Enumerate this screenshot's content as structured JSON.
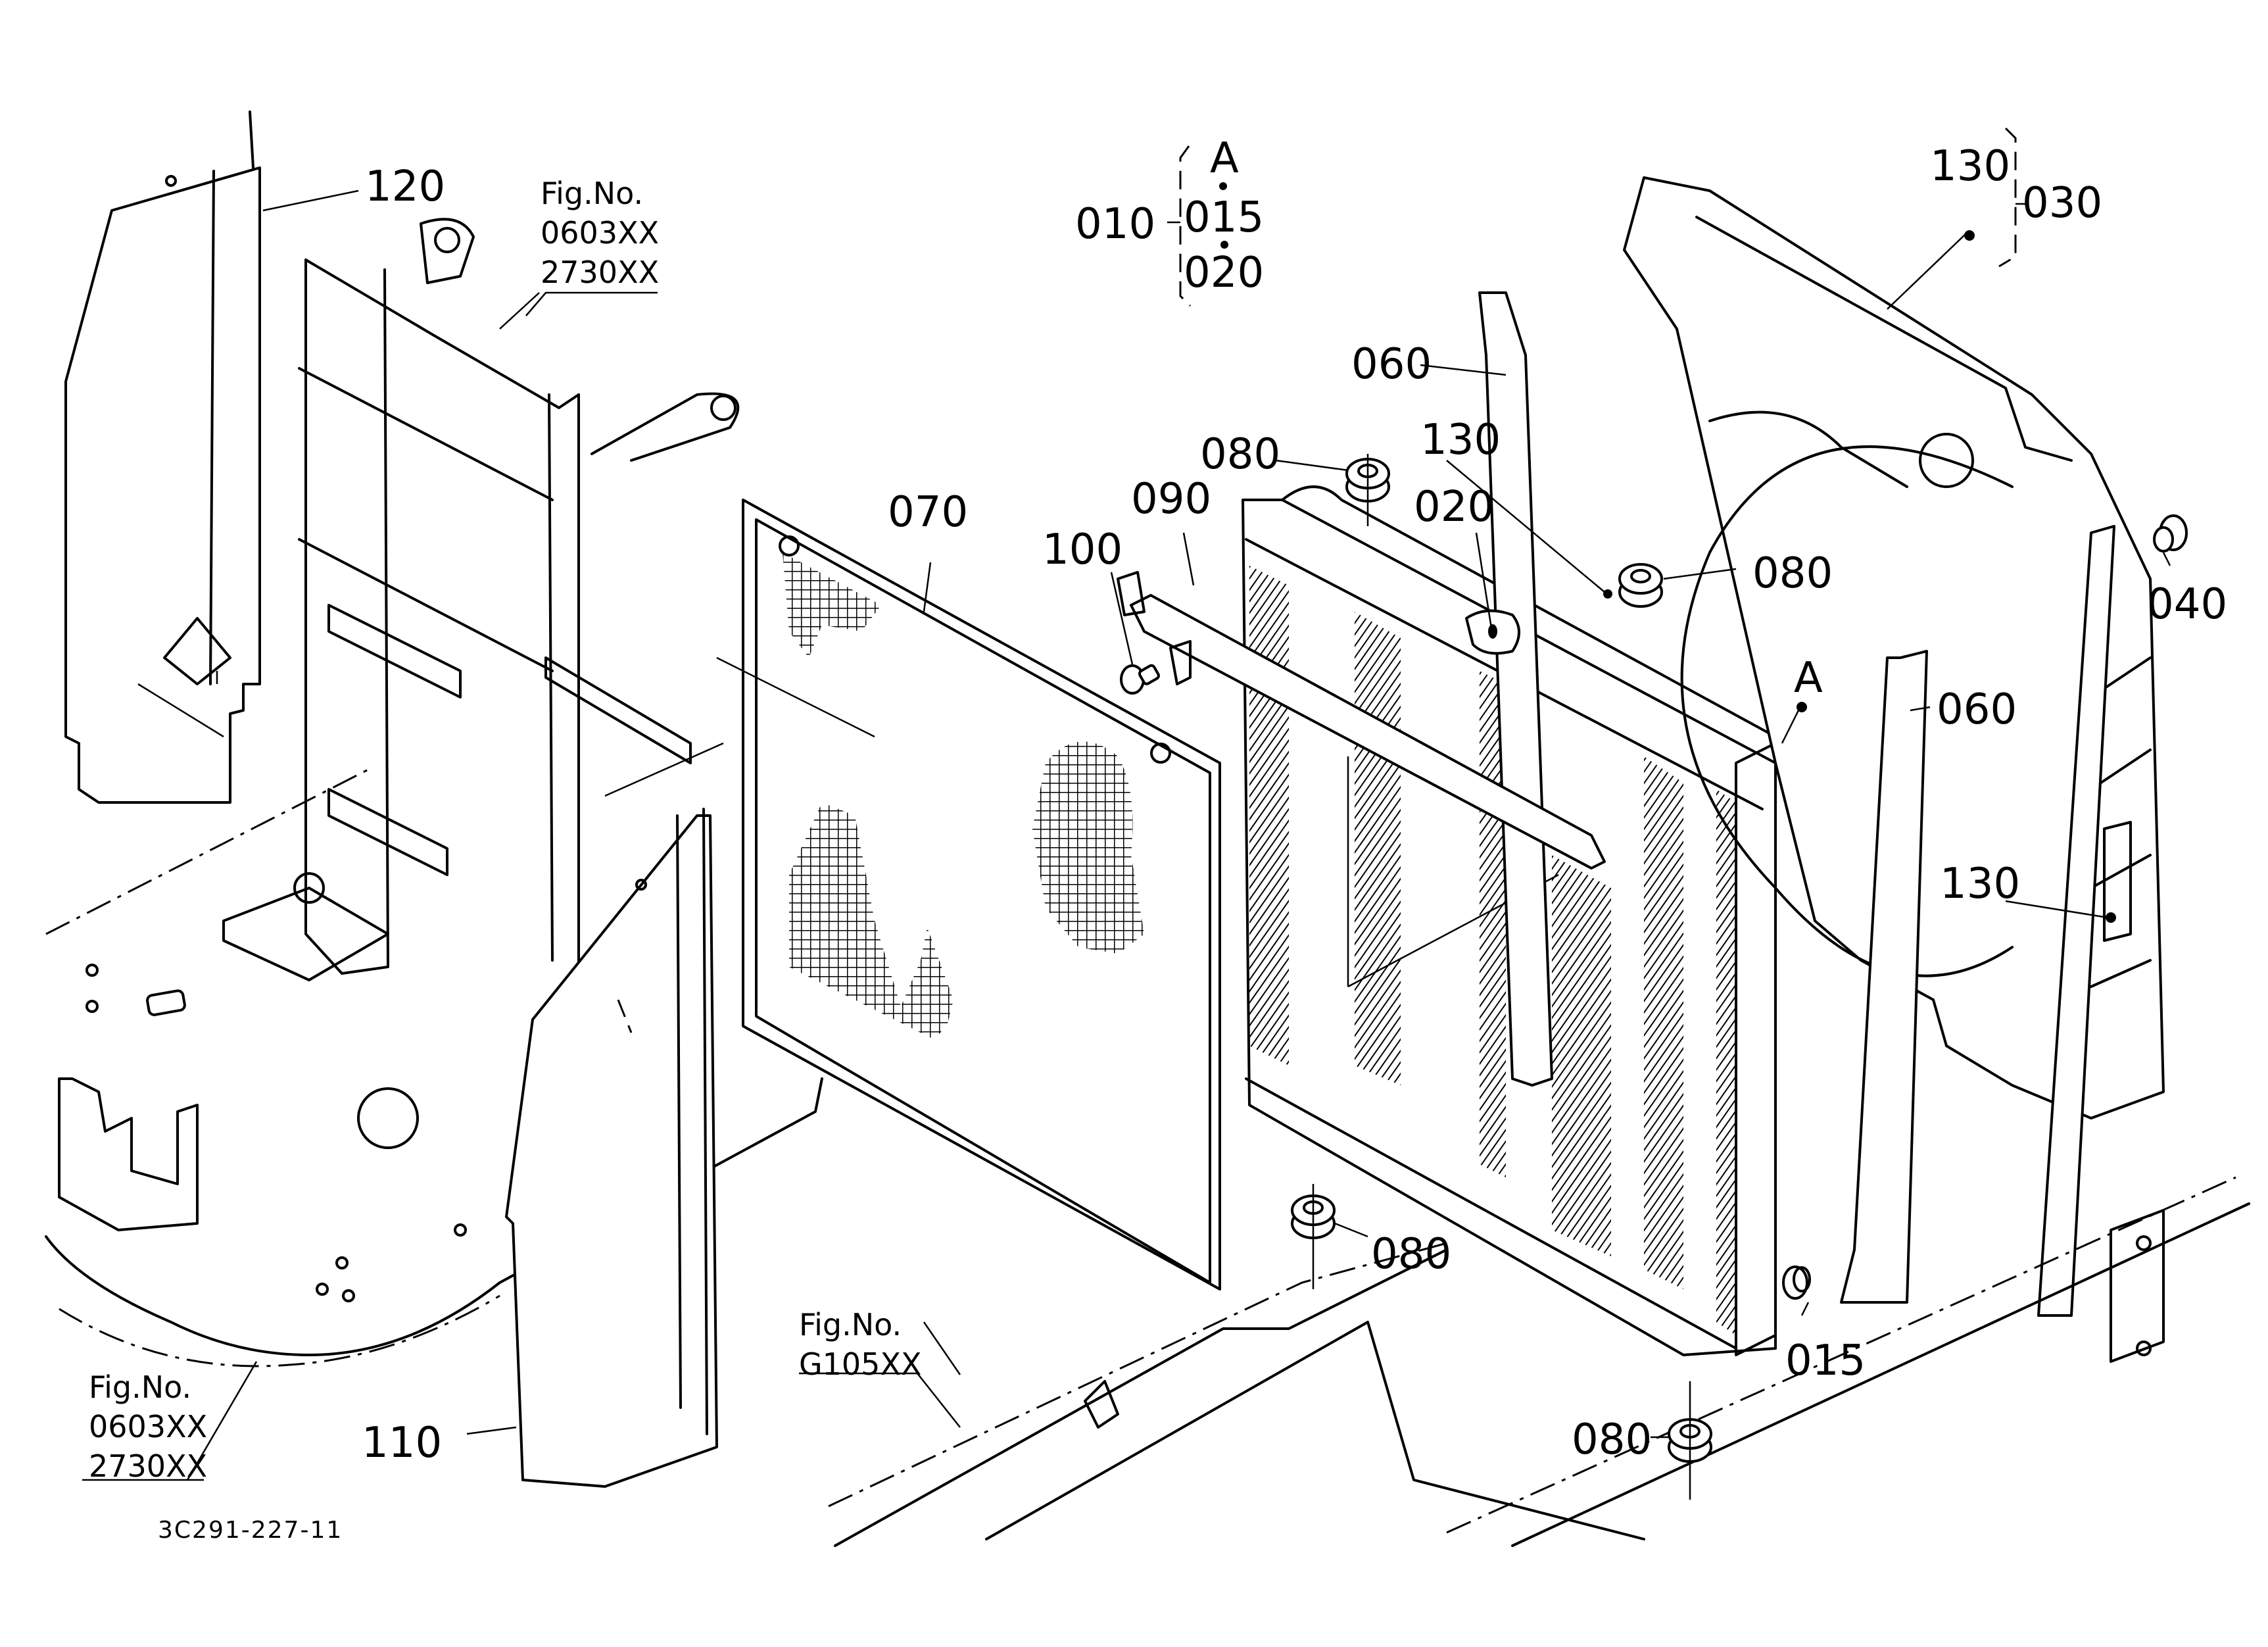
{
  "diagram": {
    "type": "exploded-parts-diagram",
    "document_id": "3C291-227-11",
    "reference_letter": "A",
    "part_labels": [
      {
        "id": "010",
        "group": [
          "A",
          "015",
          "020"
        ]
      },
      {
        "id": "015"
      },
      {
        "id": "020"
      },
      {
        "id": "030",
        "group": [
          "130"
        ]
      },
      {
        "id": "040"
      },
      {
        "id": "060"
      },
      {
        "id": "070"
      },
      {
        "id": "080"
      },
      {
        "id": "090"
      },
      {
        "id": "100"
      },
      {
        "id": "110"
      },
      {
        "id": "120"
      },
      {
        "id": "130"
      }
    ],
    "callouts": {
      "c010": "010",
      "c015_group": "015",
      "c020_group": "020",
      "cA_group": "A",
      "c130_top": "130",
      "c030": "030",
      "c120": "120",
      "c070": "070",
      "c090": "090",
      "c100": "100",
      "c060_left": "060",
      "c080_top": "080",
      "c130_mid": "130",
      "c020": "020",
      "c080_right": "080",
      "cA": "A",
      "c060_right": "060",
      "c040": "040",
      "c130_right": "130",
      "c080_bottom": "080",
      "c015": "015",
      "c080_lowest": "080",
      "c110": "110"
    },
    "figure_refs": {
      "top": {
        "title": "Fig.No.",
        "line1": "0603XX",
        "line2": "2730XX"
      },
      "bottom_left": {
        "title": "Fig.No.",
        "line1": "0603XX",
        "line2": "2730XX"
      },
      "bottom_center": {
        "title": "Fig.No.",
        "line1": "G105XX"
      }
    }
  }
}
